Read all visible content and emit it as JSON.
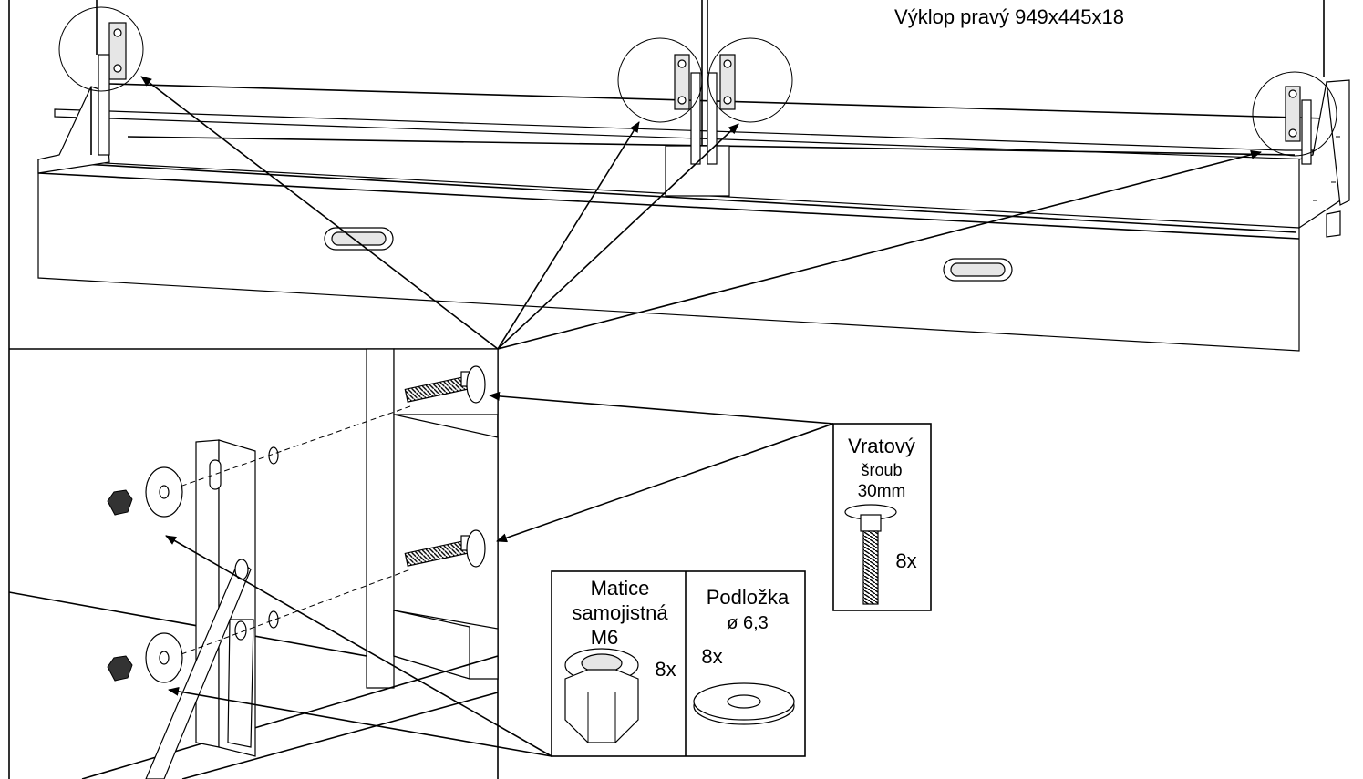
{
  "panel_label_right": "Výklop pravý 949x445x18",
  "parts": {
    "bolt": {
      "title_line1": "Vratový",
      "title_line2": "šroub",
      "title_line3": "30mm",
      "qty": "8x",
      "icon": "carriage-bolt-icon"
    },
    "nut": {
      "title_line1": "Matice",
      "title_line2": "samojistná",
      "title_line3": "M6",
      "qty": "8x",
      "icon": "lock-nut-icon"
    },
    "washer": {
      "title_line1": "Podložka",
      "title_line2": "ø 6,3",
      "qty": "8x",
      "icon": "washer-icon"
    }
  },
  "colors": {
    "line": "#000000",
    "background": "#ffffff",
    "shade": "#e6e6e6"
  }
}
